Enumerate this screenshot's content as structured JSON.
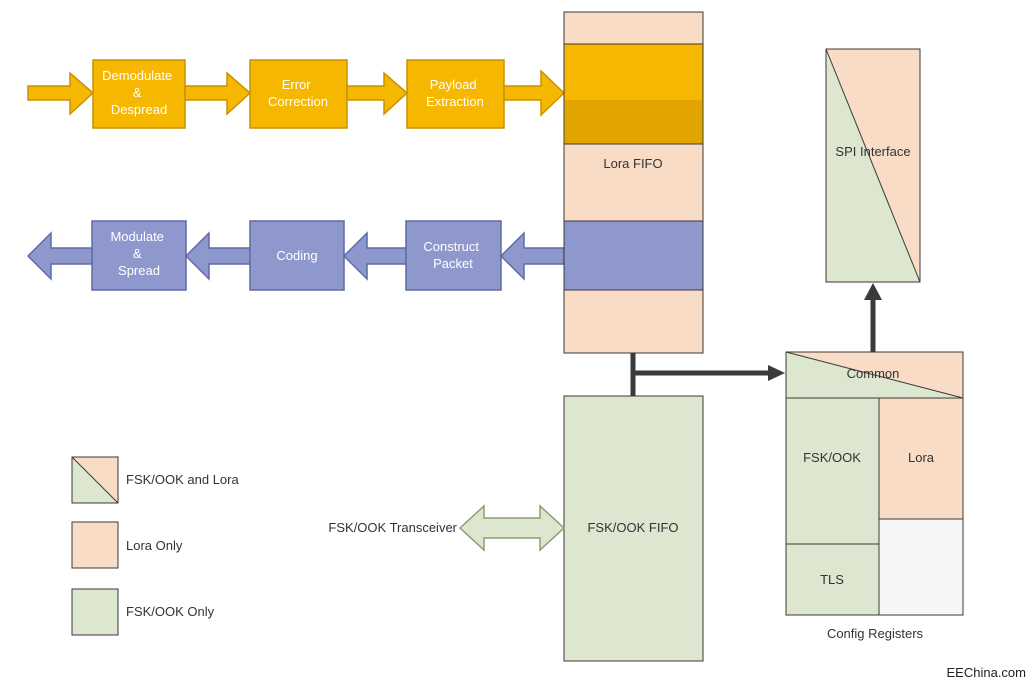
{
  "rx_chain": {
    "demodulate": [
      "Demodulate",
      "&",
      "Despread"
    ],
    "error_correction": [
      "Error",
      "Correction"
    ],
    "payload_extraction": [
      "Payload",
      "Extraction"
    ]
  },
  "tx_chain": {
    "modulate": [
      "Modulate",
      "&",
      "Spread"
    ],
    "coding": [
      "Coding"
    ],
    "construct_packet": [
      "Construct",
      "Packet"
    ]
  },
  "lora_fifo": "Lora FIFO",
  "spi_interface": "SPI Interface",
  "common": "Common",
  "fsk_ook_reg": "FSK/OOK",
  "lora_reg": "Lora",
  "tls": "TLS",
  "config_registers": "Config Registers",
  "fsk_ook_fifo": "FSK/OOK FIFO",
  "transceiver": "FSK/OOK Transceiver",
  "legend": {
    "both": "FSK/OOK and Lora",
    "lora_only": "Lora Only",
    "fsk_only": "FSK/OOK Only"
  },
  "watermark": "EEChina.com",
  "colors": {
    "rx_orange": "#f5b700",
    "rx_stroke": "#c99200",
    "tx_blue": "#8f98cc",
    "tx_stroke": "#5f6aa6",
    "lora_peach": "#f9dcc6",
    "fsk_green": "#dde6cf",
    "stroke_dark": "#3a3a3a"
  }
}
